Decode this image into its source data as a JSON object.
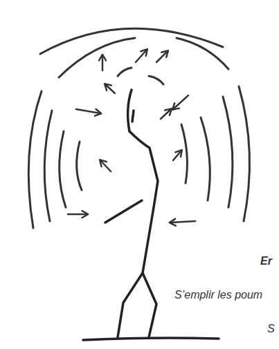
{
  "diagram": {
    "labels": [
      "Er",
      "S’emplir les poum",
      "S"
    ]
  }
}
